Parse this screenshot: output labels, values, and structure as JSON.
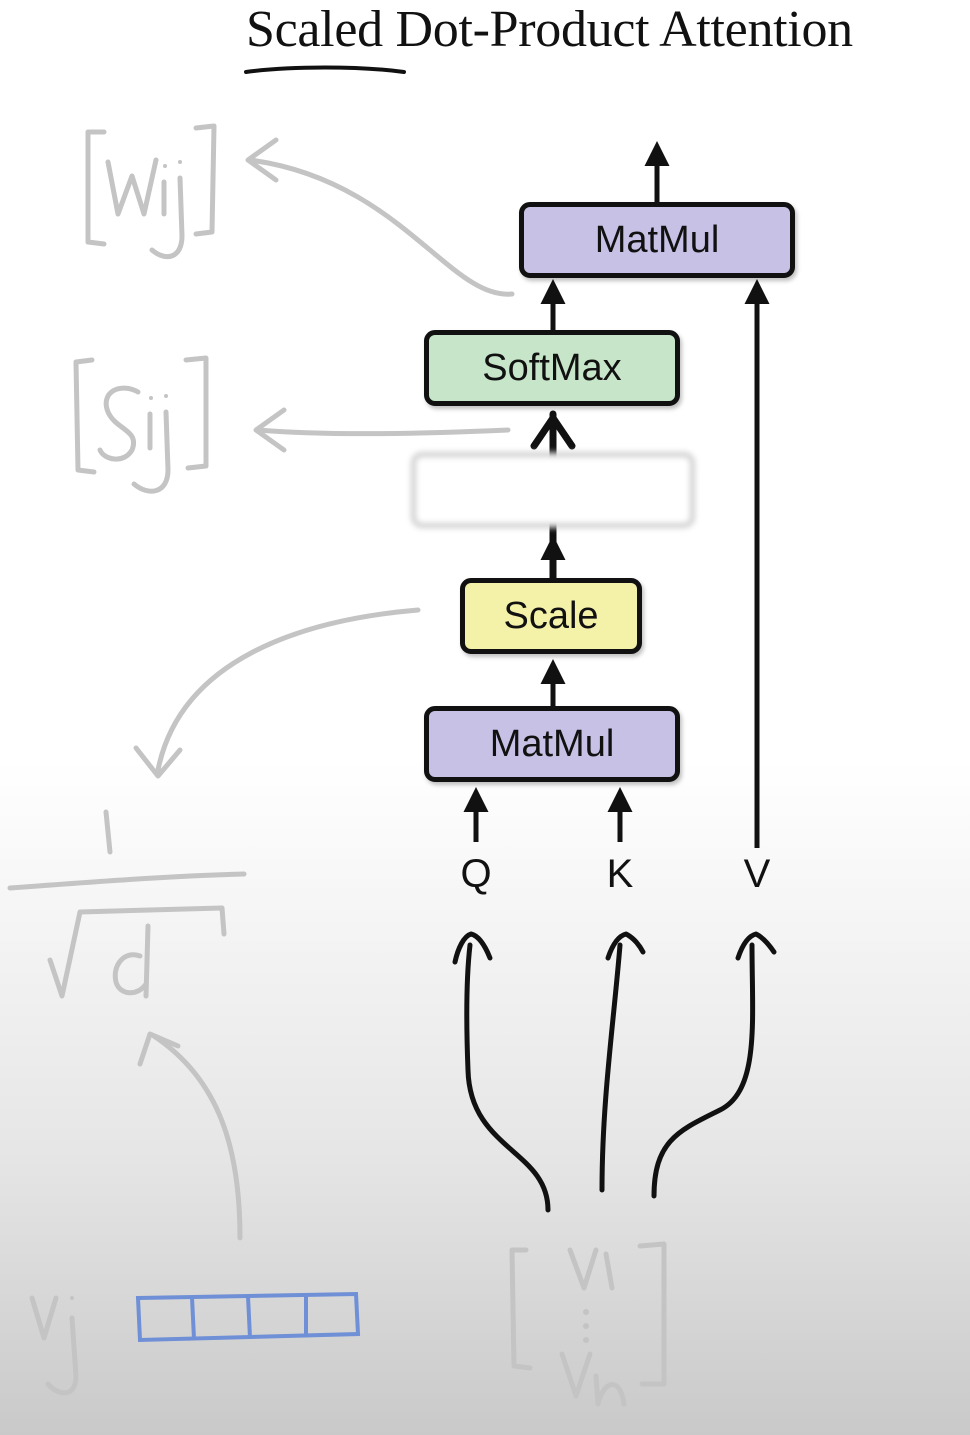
{
  "diagram": {
    "title": "Scaled Dot-Product Attention",
    "blocks": {
      "matmul_top": "MatMul",
      "softmax": "SoftMax",
      "mask": "",
      "scale": "Scale",
      "matmul_bottom": "MatMul"
    },
    "inputs": {
      "q": "Q",
      "k": "K",
      "v": "V"
    },
    "annotations": {
      "weights": "[Wij]",
      "scores": "[Sij]",
      "scale_factor": "1/√d",
      "vector_label": "Vj",
      "vectors": "[V1 : Vn]"
    },
    "colors": {
      "matmul": "#c7c1e6",
      "softmax": "#c7e6c9",
      "scale": "#f4f1a8",
      "annotation": "#c4c4c4",
      "vector_cells": "#6f8fd6"
    }
  }
}
